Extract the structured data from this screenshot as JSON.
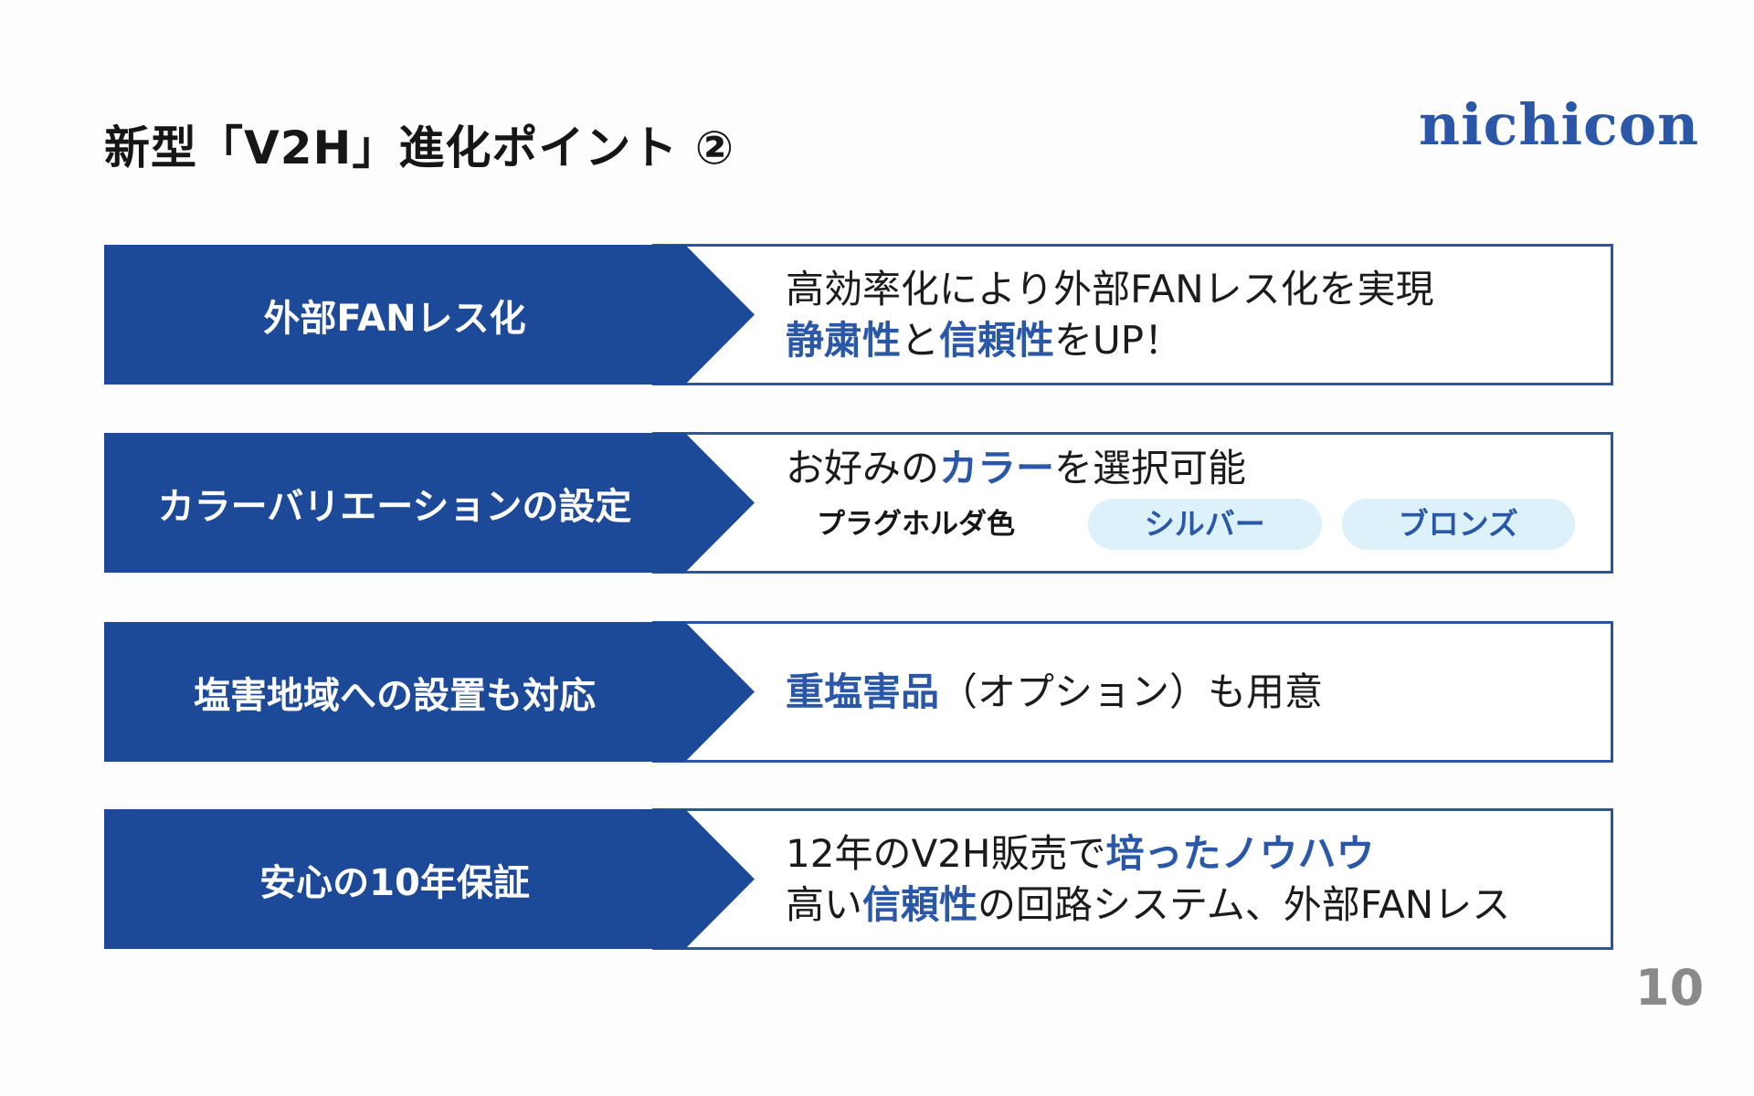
{
  "slide": {
    "title": "新型「V2H」進化ポイント ②",
    "logo": "nichicon",
    "page_number": "10"
  },
  "colors": {
    "panel_blue": "#1d4a98",
    "highlight_blue": "#2a57a8",
    "outline_blue": "#2a55a0",
    "pill_bg": "#dcf1fa"
  },
  "rows": [
    {
      "label": "外部FANレス化",
      "line1": [
        {
          "text": "高効率化により外部FANレス化を実現",
          "hl": false
        }
      ],
      "line2": [
        {
          "text": "静粛性",
          "hl": true
        },
        {
          "text": "と",
          "hl": false
        },
        {
          "text": "信頼性",
          "hl": true
        },
        {
          "text": "をUP！",
          "hl": false
        }
      ]
    },
    {
      "label": "カラーバリエーションの設定",
      "line1": [
        {
          "text": "お好みの",
          "hl": false
        },
        {
          "text": "カラー",
          "hl": true
        },
        {
          "text": "を選択可能",
          "hl": false
        }
      ],
      "plug_holder_label": "プラグホルダ色",
      "color_options": [
        "シルバー",
        "ブロンズ"
      ]
    },
    {
      "label": "塩害地域への設置も対応",
      "line1": [
        {
          "text": "重塩害品",
          "hl": true
        },
        {
          "text": "（オプション）も用意",
          "hl": false
        }
      ]
    },
    {
      "label": "安心の10年保証",
      "line1": [
        {
          "text": "12年のV2H販売で",
          "hl": false
        },
        {
          "text": "培ったノウハウ",
          "hl": true
        }
      ],
      "line2": [
        {
          "text": "高い",
          "hl": false
        },
        {
          "text": "信頼性",
          "hl": true
        },
        {
          "text": "の回路システム、外部FANレス",
          "hl": false
        }
      ]
    }
  ]
}
